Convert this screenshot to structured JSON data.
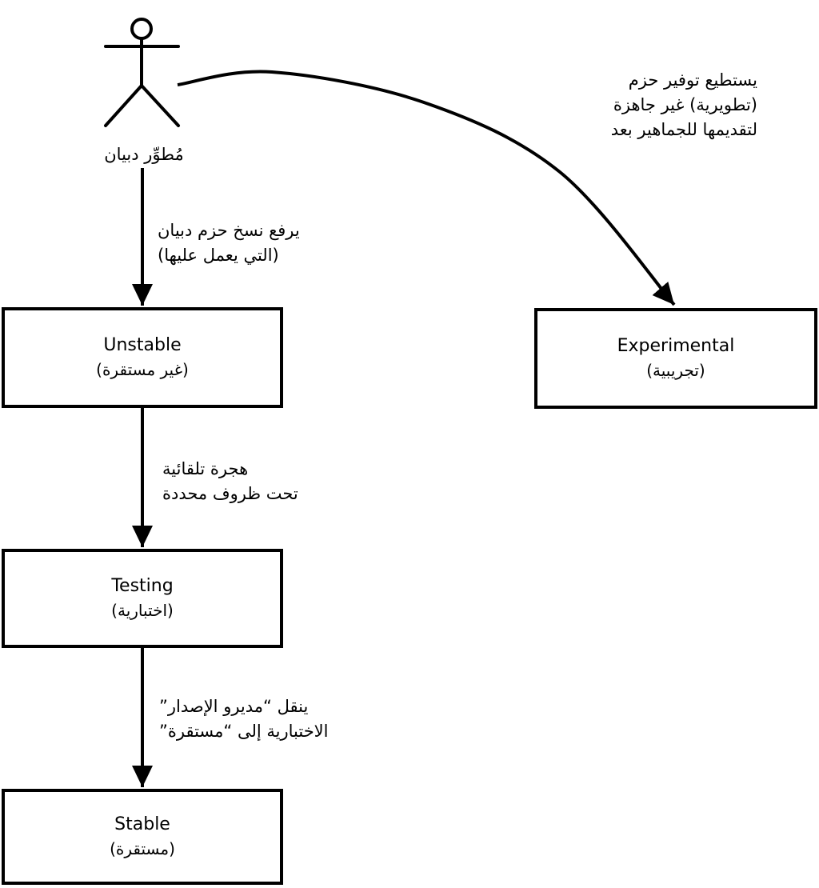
{
  "colors": {
    "background": "#ffffff",
    "stroke": "#000000",
    "text": "#000000"
  },
  "actor": {
    "icon": "stick-figure",
    "label": "مُطوِّر دبيان"
  },
  "nodes": {
    "unstable": {
      "title": "Unstable",
      "subtitle": "(غير مستقرة)"
    },
    "experimental": {
      "title": "Experimental",
      "subtitle": "(تجريبية)"
    },
    "testing": {
      "title": "Testing",
      "subtitle": "(اختبارية)"
    },
    "stable": {
      "title": "Stable",
      "subtitle": "(مستقرة)"
    }
  },
  "edges": {
    "actor_to_experimental": {
      "lines": [
        "يستطيع توفير حزم",
        "(تطويرية) غير جاهزة",
        "لتقديمها للجماهير بعد"
      ]
    },
    "actor_to_unstable": {
      "lines": [
        "يرفع نسخ حزم دبيان",
        "(التي يعمل عليها)"
      ]
    },
    "unstable_to_testing": {
      "lines": [
        "هجرة تلقائية",
        "تحت ظروف محددة"
      ]
    },
    "testing_to_stable": {
      "lines": [
        "ينقل “مديرو الإصدار”",
        "الاختبارية إلى “مستقرة”"
      ]
    }
  }
}
